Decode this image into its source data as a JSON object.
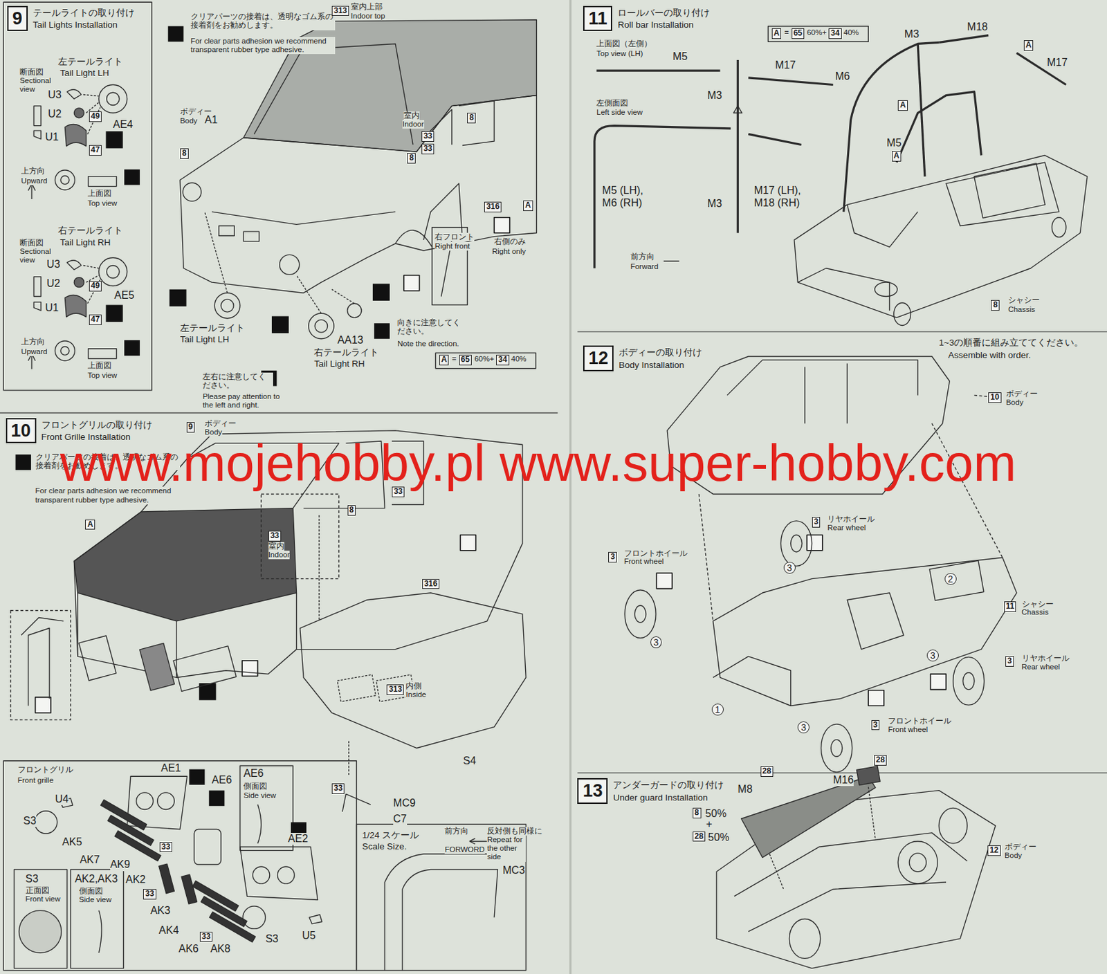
{
  "diagram": {
    "nodes": [
      {
        "text": [
          "9",
          "テールライトの取り付け",
          "Tail Lights Installation"
        ]
      },
      {
        "text": [
          "10",
          "フロントグリルの取り付け",
          "Front Grille Installation"
        ]
      },
      {
        "text": [
          "11",
          "ロールバーの取り付け",
          "Roll bar Installation"
        ]
      },
      {
        "text": [
          "12",
          "ボディーの取り付け",
          "Body Installation"
        ]
      },
      {
        "text": [
          "13",
          "アンダーガードの取り付け",
          "Under guard Installation"
        ]
      }
    ],
    "labels": [
      "断面図",
      "Sectional view",
      "左テールライト",
      "Tail Light LH",
      "U3",
      "U2",
      "49",
      "U1",
      "47",
      "AE4",
      "上方向",
      "Upward",
      "上面図",
      "Top view",
      "断面図",
      "Sectional view",
      "右テールライト",
      "Tail Light RH",
      "U3",
      "U2",
      "49",
      "U1",
      "47",
      "AE5",
      "上方向",
      "Upward",
      "上面図",
      "Top view",
      "クリアパーツの接着は、透明なゴム系の接着剤をお勧めします。",
      "For clear parts adhesion we recommend transparent rubber type adhesive.",
      "313",
      "室内上部",
      "Indoor top",
      "ボディー",
      "Body",
      "A1",
      "8",
      "室内",
      "Indoor",
      "33",
      "33",
      "8",
      "8",
      "316",
      "A",
      "右フロント",
      "Right front",
      "右側のみ",
      "Right only",
      "左テールライト",
      "Tail Light LH",
      "AA13",
      "向きに注意してください。",
      "Note the direction.",
      "右テールライト",
      "Tail Light RH",
      "左右に注意してください。",
      "Please pay attention to the left and right.",
      "A",
      "=",
      "65",
      "60%+",
      "34",
      "40%",
      "9",
      "ボディー",
      "Body",
      "クリアパーツの接着は、透明なゴム系の接着剤をお勧めします。",
      "For clear parts adhesion we recommend transparent rubber type adhesive.",
      "A",
      "8",
      "33",
      "33",
      "室内",
      "Indoor",
      "316",
      "313",
      "内側",
      "Inside",
      "S4",
      "33",
      "MC9",
      "C7",
      "フロントグリル",
      "Front grille",
      "AE1",
      "U4",
      "S3",
      "AK5",
      "33",
      "AK7",
      "AK9",
      "AE6",
      "AE6",
      "側面図",
      "Side view",
      "AE2",
      "AK2",
      "33",
      "AK3",
      "AK4",
      "33",
      "AK6",
      "AK8",
      "S3",
      "U5",
      "S3",
      "正面図",
      "Front view",
      "AK2,AK3",
      "側面図",
      "Side view",
      "1/24 スケール",
      "Scale Size.",
      "前方向",
      "FORWORD",
      "反対側も同様に",
      "Repeat for the other side",
      "MC3",
      "A",
      "=",
      "65",
      "60%+",
      "34",
      "40%",
      "上面図（左側）",
      "Top view (LH)",
      "M5",
      "M17",
      "M3",
      "左側面図",
      "Left side view",
      "M5 (LH), M6 (RH)",
      "M3",
      "M17 (LH), M18 (RH)",
      "前方向",
      "Forward",
      "M3",
      "M18",
      "A",
      "M6",
      "M17",
      "A",
      "M5",
      "A",
      "8",
      "シャシー",
      "Chassis",
      "1~3の順番に組み立ててください。",
      "Assemble with order.",
      "10",
      "ボディー",
      "Body",
      "3",
      "リヤホイール",
      "Rear wheel",
      "3",
      "3",
      "フロントホイール",
      "Front wheel",
      "3",
      "2",
      "11",
      "シャシー",
      "Chassis",
      "3",
      "3",
      "リヤホイール",
      "Rear wheel",
      "1",
      "3",
      "3",
      "フロントホイール",
      "Front wheel",
      "28",
      "M16",
      "28",
      "M8",
      "8",
      "50%",
      "+",
      "28",
      "50%",
      "12",
      "ボディー",
      "Body",
      "www.mojehobby.pl www.super-hobby.com"
    ]
  }
}
